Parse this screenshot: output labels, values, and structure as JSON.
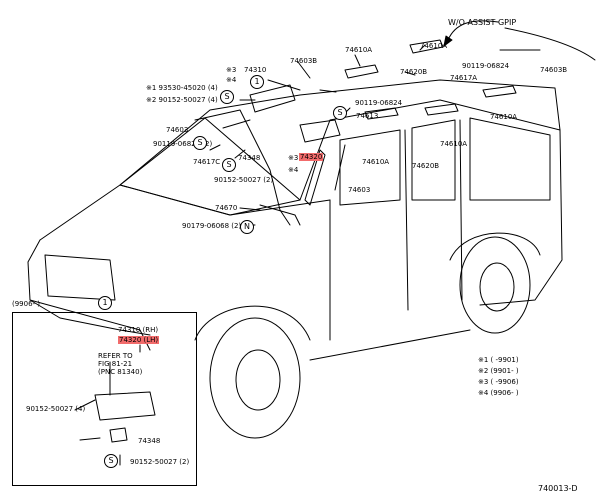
{
  "header": {
    "assist_label": "W/O ASSIST GPIP"
  },
  "callouts": {
    "p74603B_top": "74603B",
    "p74603B_right": "74603B",
    "p74610A_1": "74610A",
    "p74610A_2": "74610A",
    "p74610A_3": "74610A",
    "p74610A_4": "74610A",
    "p74610A_5": "74610A",
    "p74620B_1": "74620B",
    "p74620B_2": "74620B",
    "p90119_06824_a": "90119-06824",
    "p90119_06824_b": "90119-06824",
    "p90119_06824_c": "90119-06824 (2)",
    "p74617A": "74617A",
    "p74613": "74613",
    "p74603_1": "74603",
    "p74603_2": "74603",
    "p74617C": "74617C",
    "p74348": "74348",
    "p74310_mark": "※3",
    "p74310": "74310",
    "p74310_4": "※4",
    "p74320_mark": "※3",
    "p74320": "74320",
    "p74320_4": "※4",
    "p93530": "※1  93530-45020 (4)",
    "p90152_1": "※2  90152-50027 (4)",
    "p90152_2": "90152-50027 (2)",
    "p74670": "74670",
    "p90179": "90179-06068 (2)"
  },
  "markers": {
    "s1": "S",
    "s2": "S",
    "s3": "S",
    "s4": "S",
    "n1": "N",
    "one_a": "1",
    "one_b": "1"
  },
  "inset": {
    "date": "(9906-     )",
    "p74310_rh": "74310 (RH)",
    "p74320_lh": "74320 (LH)",
    "refer_1": "REFER TO",
    "refer_2": "FIG 81-21",
    "refer_3": "(PNC 81340)",
    "p90152_a": "90152-50027 (4)",
    "p74348": "74348",
    "p90152_b": "90152-50027 (2)"
  },
  "legend": {
    "items": [
      "※1  (     -9901)",
      "※2  (9901-     )",
      "※3  (     -9906)",
      "※4  (9906-     )"
    ]
  },
  "footer": {
    "fig_code": "740013-D"
  }
}
